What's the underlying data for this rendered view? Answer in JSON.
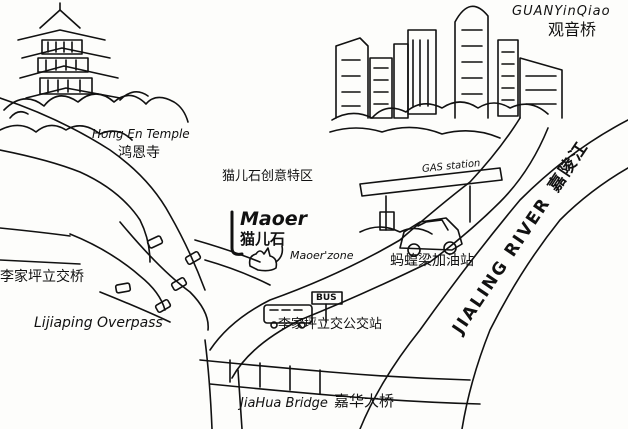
{
  "map": {
    "landmarks": {
      "guanyinqiao_en": "GUANYinQiao",
      "guanyinqiao_zh": "观音桥",
      "hongen_en": "Hong En Temple",
      "hongen_zh": "鸿恩寺",
      "maoer_zone_zh": "猫儿石创意特区",
      "maoer_logo_en": "Maoer",
      "maoer_logo_zh": "猫儿石",
      "maoer_zone_en": "Maoer'zone",
      "gas_station_en": "GAS station",
      "gas_station_zh": "蚂蝗梁加油站",
      "lijiaping_zh": "李家坪立交桥",
      "lijiaping_en": "Lijiaping Overpass",
      "bus_sign": "BUS",
      "bus_stop_zh": "李家坪立交公交站",
      "river_en": "JIALING RIVER",
      "river_zh": "嘉陵江",
      "bridge_en": "JiaHua Bridge",
      "bridge_zh": "嘉华大桥"
    },
    "ink_color": "#111111",
    "paper_color": "#fdfdfb"
  }
}
